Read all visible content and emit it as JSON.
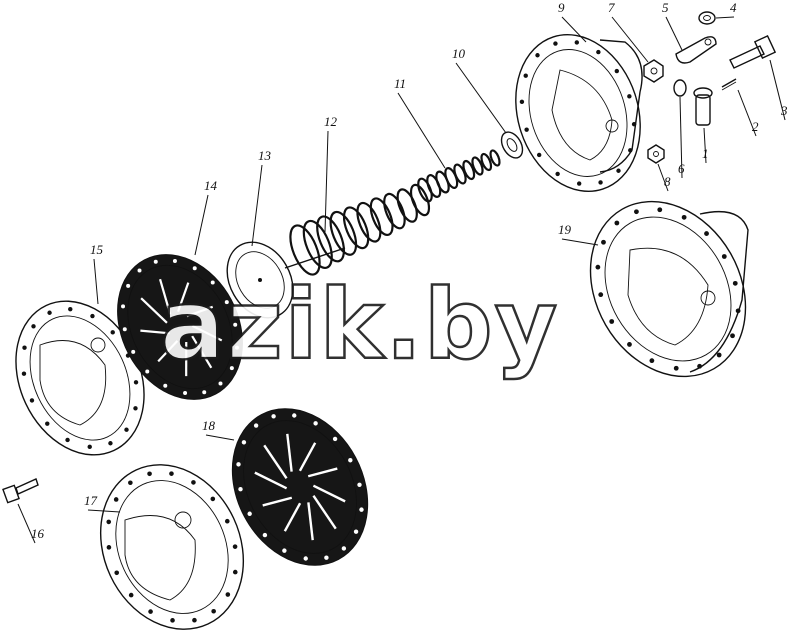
{
  "watermark": "azik.by",
  "corner_code": "",
  "part_numbers": [
    "1",
    "2",
    "3",
    "4",
    "5",
    "6",
    "7",
    "8",
    "9",
    "10",
    "11",
    "12",
    "13",
    "14",
    "15",
    "16",
    "17",
    "18",
    "19"
  ],
  "colors": {
    "ink": "#111111",
    "paper": "#ffffff",
    "diaphragm": "#161616"
  }
}
